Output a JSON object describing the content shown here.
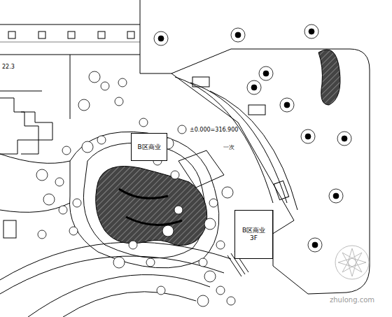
{
  "diagram": {
    "nodes": [
      {
        "text": [
          "B区商业"
        ]
      },
      {
        "text": [
          "B区商业",
          "3F"
        ]
      }
    ],
    "labels": [
      "22.3",
      "±0.000=316.900",
      "一次",
      "zhulong.com"
    ]
  }
}
